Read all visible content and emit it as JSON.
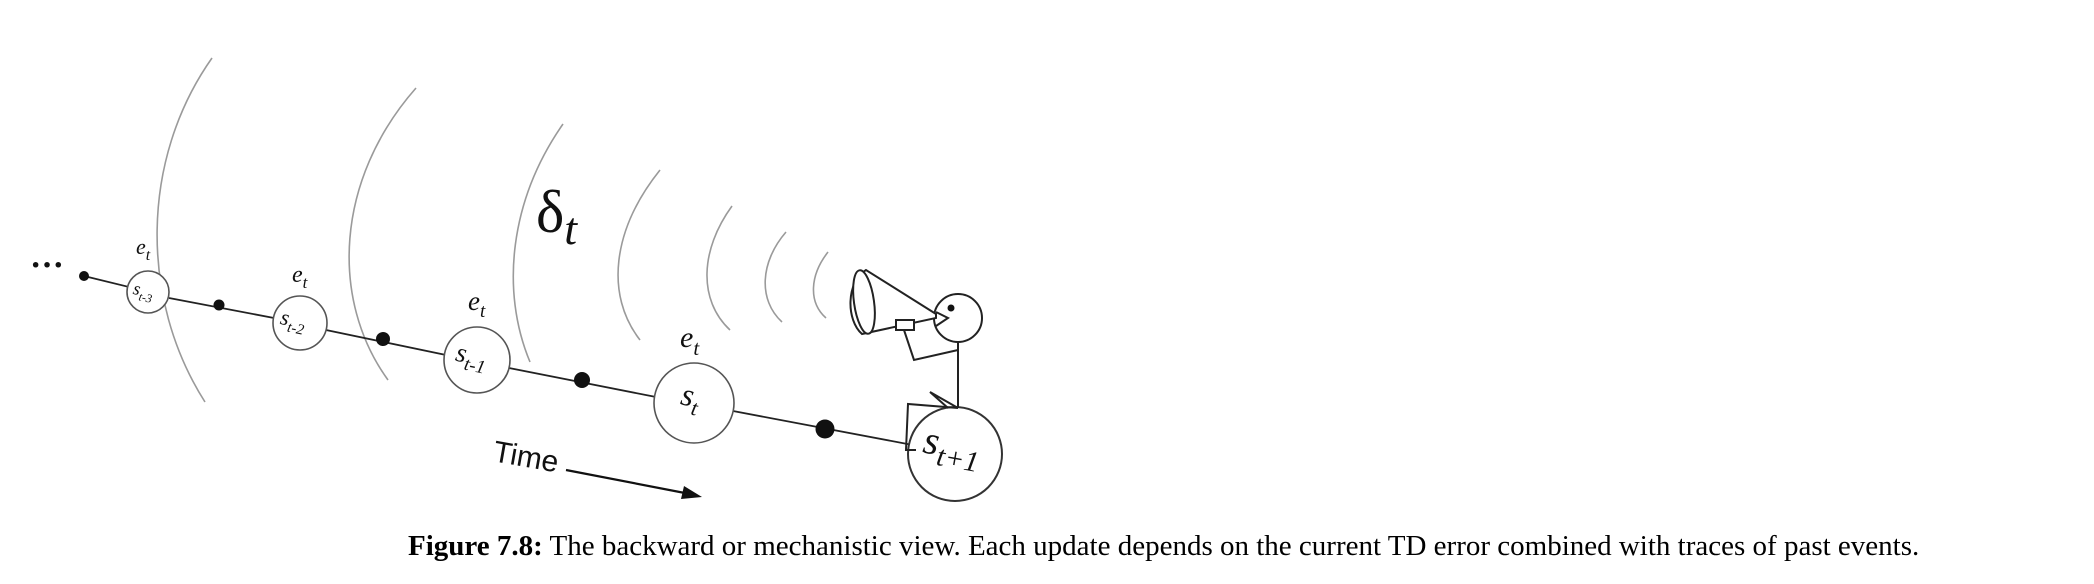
{
  "diagram": {
    "signal_label": "δ",
    "signal_subscript": "t",
    "time_label": "Time",
    "leading_dots": "···",
    "states": [
      {
        "base": "s",
        "sub": "t-3",
        "trace_base": "e",
        "trace_sub": "t"
      },
      {
        "base": "s",
        "sub": "t-2",
        "trace_base": "e",
        "trace_sub": "t"
      },
      {
        "base": "s",
        "sub": "t-1",
        "trace_base": "e",
        "trace_sub": "t"
      },
      {
        "base": "s",
        "sub": "t",
        "trace_base": "e",
        "trace_sub": "t"
      },
      {
        "base": "s",
        "sub": "t+1"
      }
    ]
  },
  "caption": {
    "label": "Figure 7.8:",
    "text": " The backward or mechanistic view. Each update depends on the current TD error combined with traces of past events."
  }
}
